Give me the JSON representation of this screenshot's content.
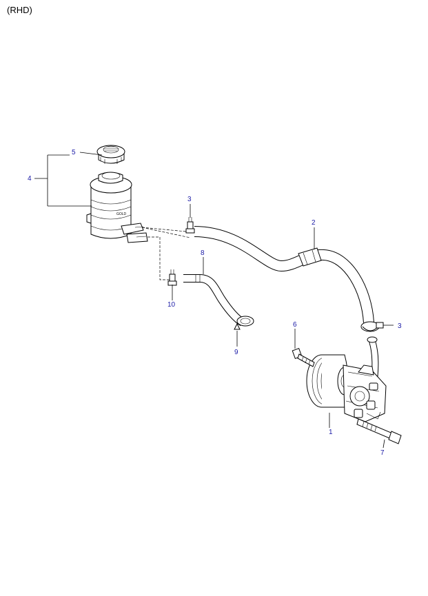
{
  "header": {
    "variant": "(RHD)"
  },
  "callouts": {
    "c1": "1",
    "c2": "2",
    "c3a": "3",
    "c3b": "3",
    "c4": "4",
    "c5": "5",
    "c6": "6",
    "c7": "7",
    "c8": "8",
    "c9": "9",
    "c10": "10"
  },
  "decals": {
    "reservoir_level": "GOLD"
  },
  "colors": {
    "callout": "#1a1aa6",
    "line": "#000000"
  }
}
